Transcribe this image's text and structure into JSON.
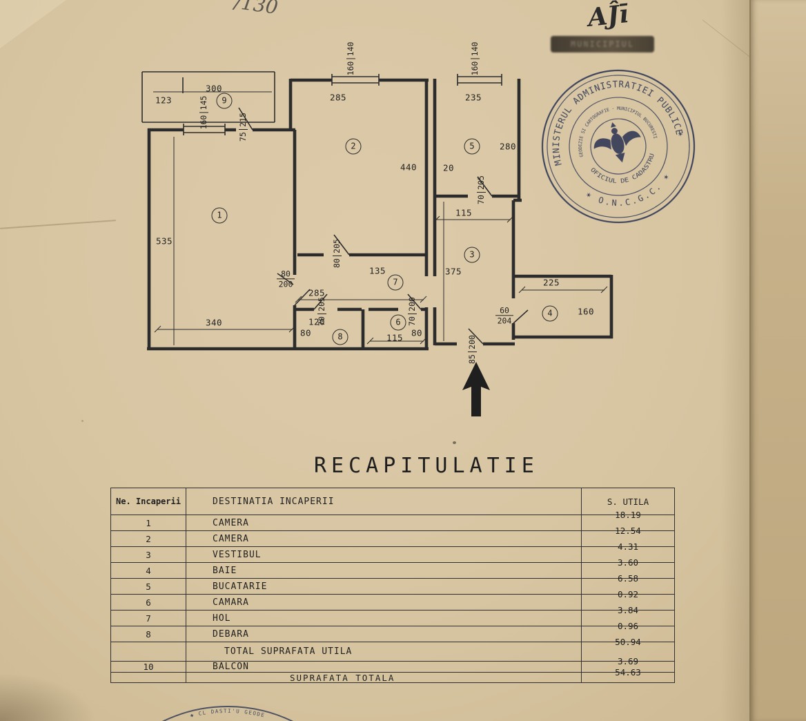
{
  "page": {
    "handwriting_top": "/130",
    "signature": "AĴī",
    "smudge_text": "MUNICIPIUL",
    "title": "RECAPITULATIE"
  },
  "stamp": {
    "outer_top": "MINISTERUL ADMINISTRATIEI PUBLICE",
    "outer_bottom": "✶ O.N.C.G.C. ✶",
    "inner_top": "GEODEZIE SI CARTOGRAFIE · MUNICIPIUL BUCURESTI",
    "inner_bottom": "OFICIUL DE CADASTRU"
  },
  "bottom_stamp": {
    "fragment": "✱ CL DASTI'U GEODE"
  },
  "plan": {
    "room_numbers": [
      "1",
      "2",
      "3",
      "4",
      "5",
      "6",
      "7",
      "8",
      "9"
    ],
    "dims": [
      "300",
      "123",
      "285",
      "235",
      "440",
      "280",
      "20",
      "115",
      "535",
      "375",
      "135",
      "285",
      "225",
      "160",
      "340",
      "120",
      "80",
      "80",
      "115"
    ],
    "fracs": [
      {
        "n": "160",
        "d": "140"
      },
      {
        "n": "160",
        "d": "140"
      },
      {
        "n": "160",
        "d": "145"
      },
      {
        "n": "75",
        "d": "215"
      },
      {
        "n": "70",
        "d": "205"
      },
      {
        "n": "80",
        "d": "205"
      },
      {
        "n": "80",
        "d": "200"
      },
      {
        "n": "70",
        "d": "205"
      },
      {
        "n": "70",
        "d": "200"
      },
      {
        "n": "60",
        "d": "204"
      },
      {
        "n": "85",
        "d": "200"
      }
    ]
  },
  "table": {
    "headers": {
      "no": "Ne. Incaperii",
      "dest": "DESTINATIA INCAPERII",
      "area": "S. UTILA"
    },
    "rows": [
      {
        "no": "1",
        "dest": "CAMERA",
        "area": "18.19"
      },
      {
        "no": "2",
        "dest": "CAMERA",
        "area": "12.54"
      },
      {
        "no": "3",
        "dest": "VESTIBUL",
        "area": "4.31"
      },
      {
        "no": "4",
        "dest": "BAIE",
        "area": "3.60"
      },
      {
        "no": "5",
        "dest": "BUCATARIE",
        "area": "6.58"
      },
      {
        "no": "6",
        "dest": "CAMARA",
        "area": "0.92"
      },
      {
        "no": "7",
        "dest": "HOL",
        "area": "3.84"
      },
      {
        "no": "8",
        "dest": "DEBARA",
        "area": "0.96"
      },
      {
        "no": "",
        "dest": "TOTAL SUPRAFATA UTILA",
        "area": "50.94"
      },
      {
        "no": "10",
        "dest": "BALCON",
        "area": "3.69"
      },
      {
        "no": "",
        "dest": "SUPRAFATA TOTALA",
        "area": "54.63"
      }
    ]
  }
}
